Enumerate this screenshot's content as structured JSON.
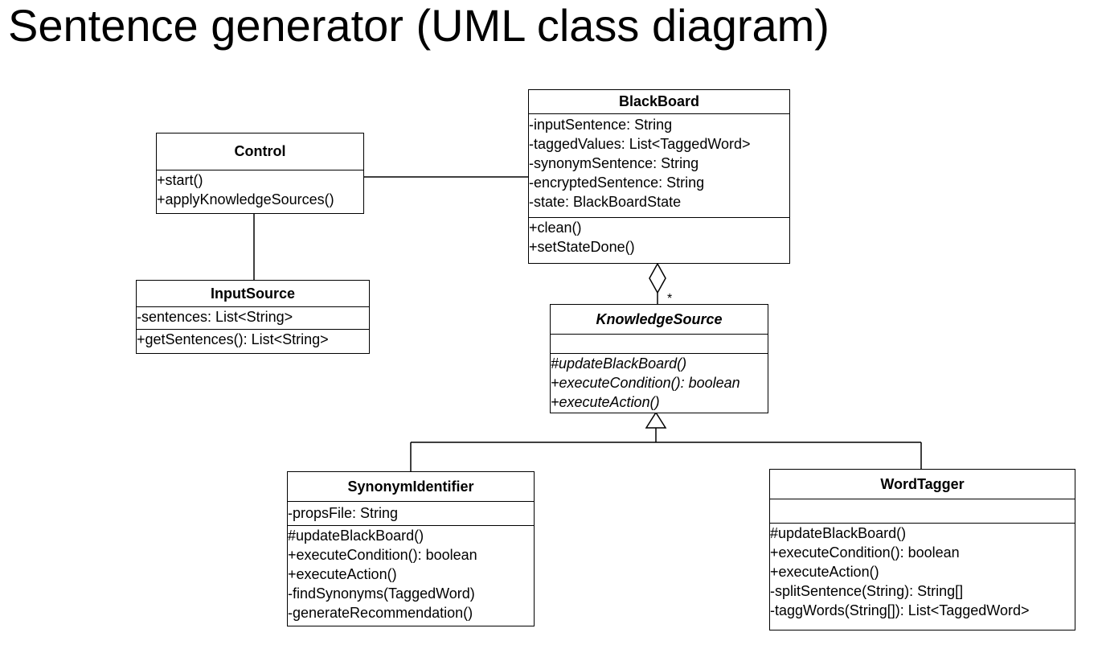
{
  "title": "Sentence generator (UML class diagram)",
  "classes": {
    "control": {
      "name": "Control",
      "attributes": [],
      "operations": [
        "+start()",
        "+applyKnowledgeSources()"
      ]
    },
    "input_source": {
      "name": "InputSource",
      "attributes": [
        "-sentences: List<String>"
      ],
      "operations": [
        "+getSentences(): List<String>"
      ]
    },
    "blackboard": {
      "name": "BlackBoard",
      "attributes": [
        "-inputSentence: String",
        "-taggedValues: List<TaggedWord>",
        "-synonymSentence: String",
        "-encryptedSentence: String",
        "-state: BlackBoardState"
      ],
      "operations": [
        "+clean()",
        "+setStateDone()"
      ]
    },
    "knowledge_source": {
      "name": "KnowledgeSource",
      "abstract": true,
      "attributes": [],
      "operations": [
        "#updateBlackBoard()",
        "+executeCondition(): boolean",
        "+executeAction()"
      ]
    },
    "synonym_identifier": {
      "name": "SynonymIdentifier",
      "attributes": [
        "-propsFile: String"
      ],
      "operations": [
        "#updateBlackBoard()",
        "+executeCondition(): boolean",
        "+executeAction()",
        "-findSynonyms(TaggedWord)",
        "-generateRecommendation()"
      ]
    },
    "word_tagger": {
      "name": "WordTagger",
      "attributes": [],
      "operations": [
        "#updateBlackBoard()",
        "+executeCondition(): boolean",
        "+executeAction()",
        "-splitSentence(String): String[]",
        "-taggWords(String[]): List<TaggedWord>"
      ]
    }
  },
  "relations": {
    "aggregation_multiplicity": "*"
  }
}
